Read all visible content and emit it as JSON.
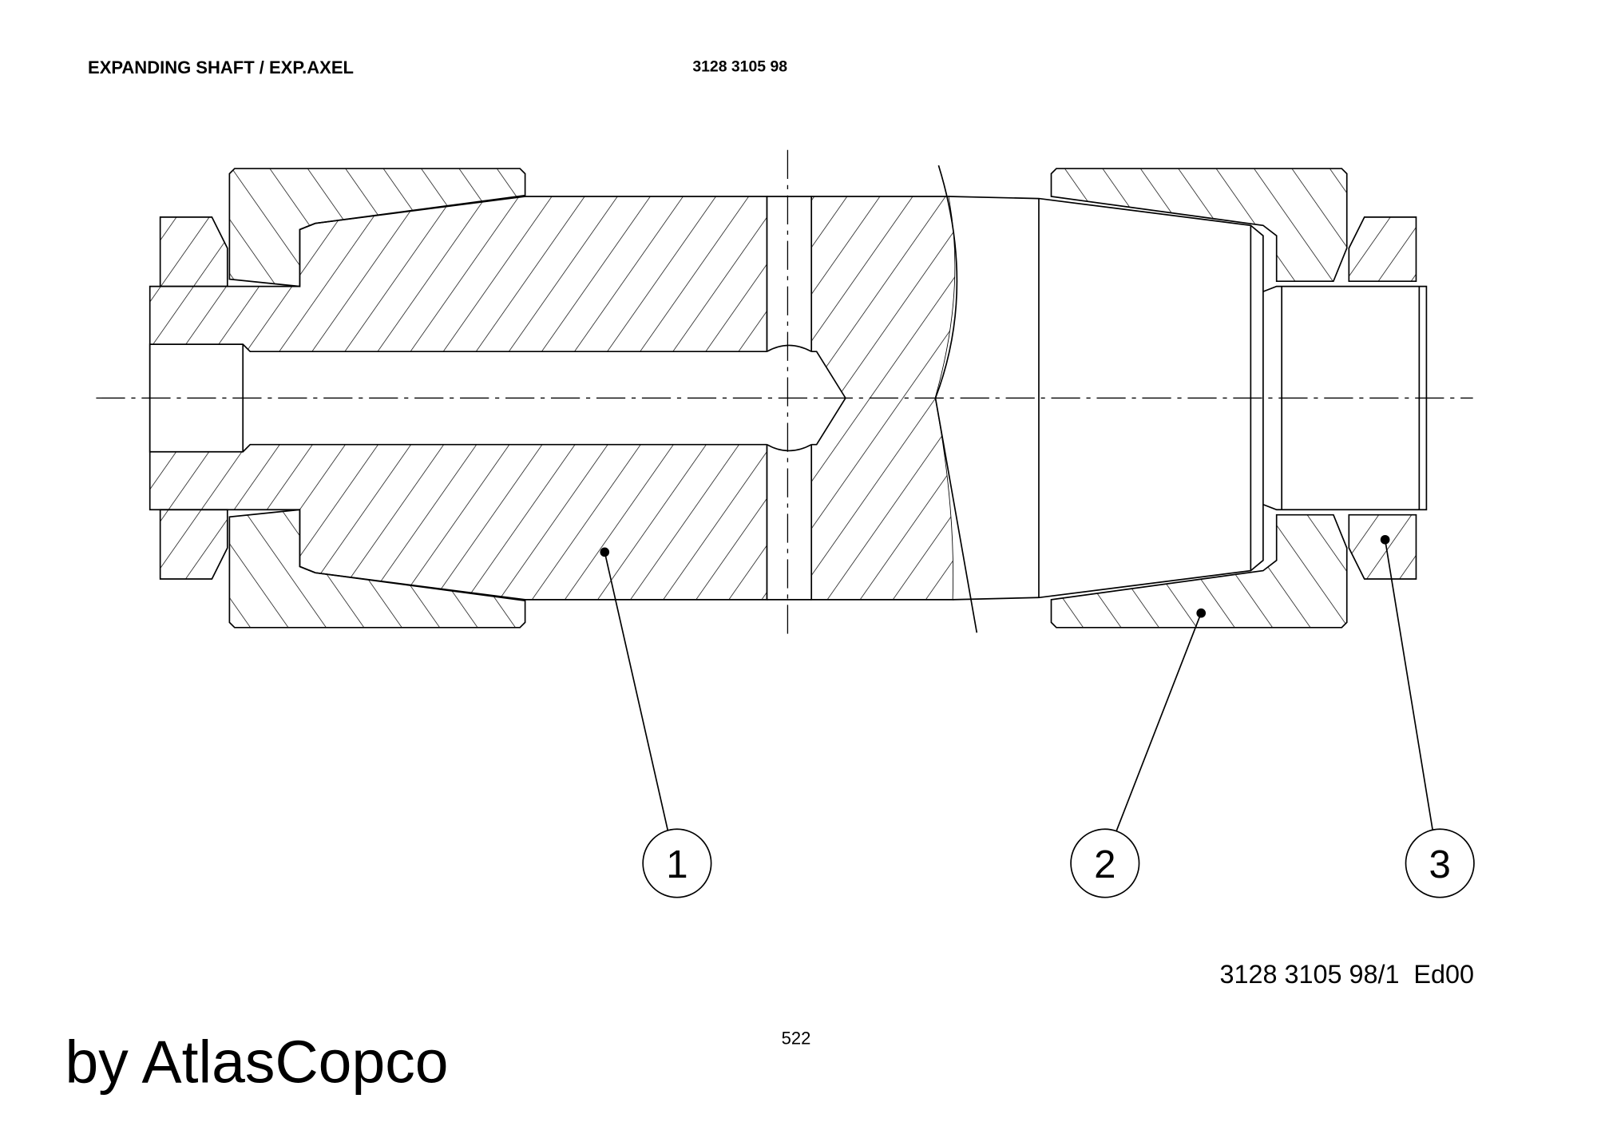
{
  "header": {
    "title": "EXPANDING SHAFT / EXP.AXEL",
    "part_number": "3128 3105 98"
  },
  "drawing": {
    "callouts": [
      {
        "label": "1"
      },
      {
        "label": "2"
      },
      {
        "label": "3"
      }
    ],
    "drawing_number": "3128 3105 98/1  Ed00"
  },
  "footer": {
    "page_number": "522",
    "brand": "by AtlasCopco"
  }
}
